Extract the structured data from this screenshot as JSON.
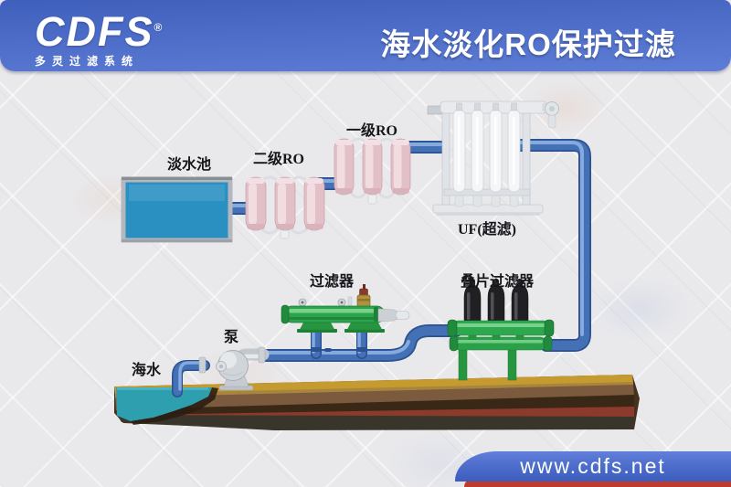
{
  "header": {
    "logo": {
      "brand": "CDFS",
      "registered_mark": "®",
      "tagline": "多灵过滤系统"
    },
    "title": "海水淡化RO保护过滤"
  },
  "diagram": {
    "labels": {
      "fresh_water_pool": "淡水池",
      "second_stage_ro": "二级RO",
      "first_stage_ro": "一级RO",
      "uf_unit": "UF(超滤)",
      "inline_filter": "过滤器",
      "disc_filter": "叠片过滤器",
      "pump": "泵",
      "seawater": "海水"
    },
    "colors": {
      "pipe_blue": "#4470b6",
      "tank_water_blue": "#2a90c2",
      "ro_vessel_pink": "#e3c0c8",
      "equipment_green": "#2ca44b",
      "disc_cartridge_black": "#202023",
      "seawater_teal": "#2d9fae",
      "soil_brown": "#46311f",
      "soil_top_tan": "#c59a2e",
      "header_blue": "#4d6dc8",
      "banner_red": "#bf3b2d"
    }
  },
  "footer": {
    "website": "www.cdfs.net"
  }
}
